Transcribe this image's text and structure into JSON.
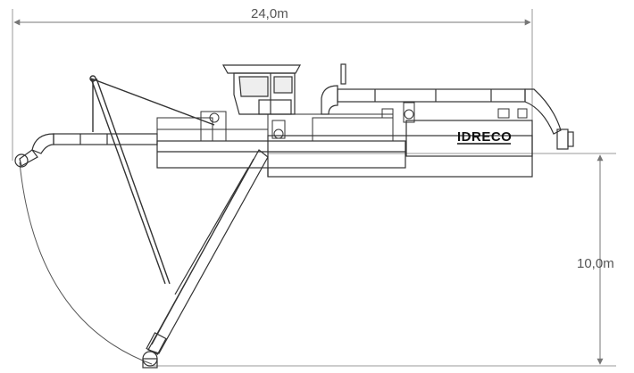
{
  "dimensions": {
    "length_label": "24,0m",
    "depth_label": "10,0m"
  },
  "brand": {
    "name": "IDRECO"
  },
  "colors": {
    "line": "#333333",
    "dimension": "#777777",
    "background": "#ffffff"
  }
}
